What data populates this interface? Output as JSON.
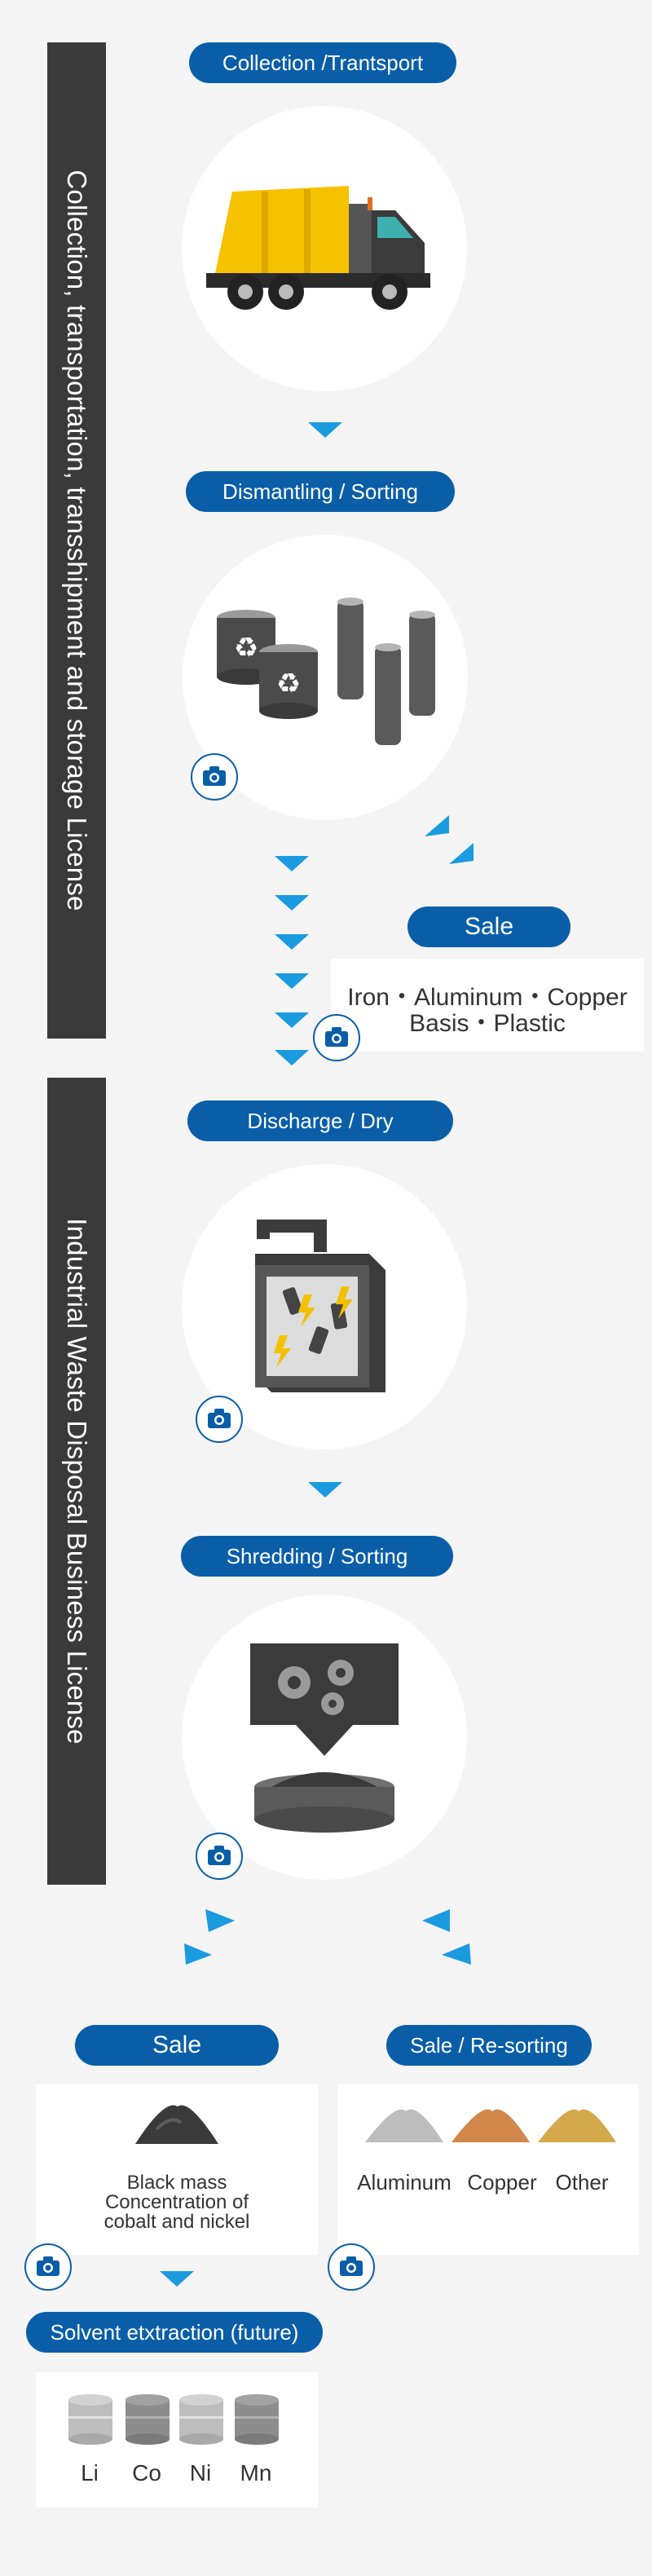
{
  "licenses": {
    "top": "Collection, transportation, transshipment and storage License",
    "bottom": "Industrial Waste Disposal Business License"
  },
  "steps": {
    "collection": "Collection /Trantsport",
    "dismantling": "Dismantling / Sorting",
    "discharge": "Discharge / Dry",
    "shredding": "Shredding / Sorting",
    "solvent": "Solvent etxtraction (future)"
  },
  "sale1": {
    "label": "Sale",
    "line1": "Iron・Aluminum・Copper",
    "line2": "Basis・Plastic"
  },
  "sale2": {
    "label": "Sale",
    "line1": "Black mass",
    "line2": "Concentration of",
    "line3": "cobalt and nickel"
  },
  "resort": {
    "label": "Sale / Re-sorting",
    "items": [
      "Aluminum",
      "Copper",
      "Other"
    ]
  },
  "elements": [
    "Li",
    "Co",
    "Ni",
    "Mn"
  ],
  "icons": {
    "camera": "camera-icon",
    "truck": "garbage-truck-icon",
    "batteries": "batteries-icon",
    "discharge": "discharge-tank-icon",
    "shredder": "shredder-icon"
  },
  "colors": {
    "pill": "#0a5ea8",
    "arrow": "#1a9be0",
    "bar": "#3a3a3a",
    "truck": "#f6c200"
  }
}
